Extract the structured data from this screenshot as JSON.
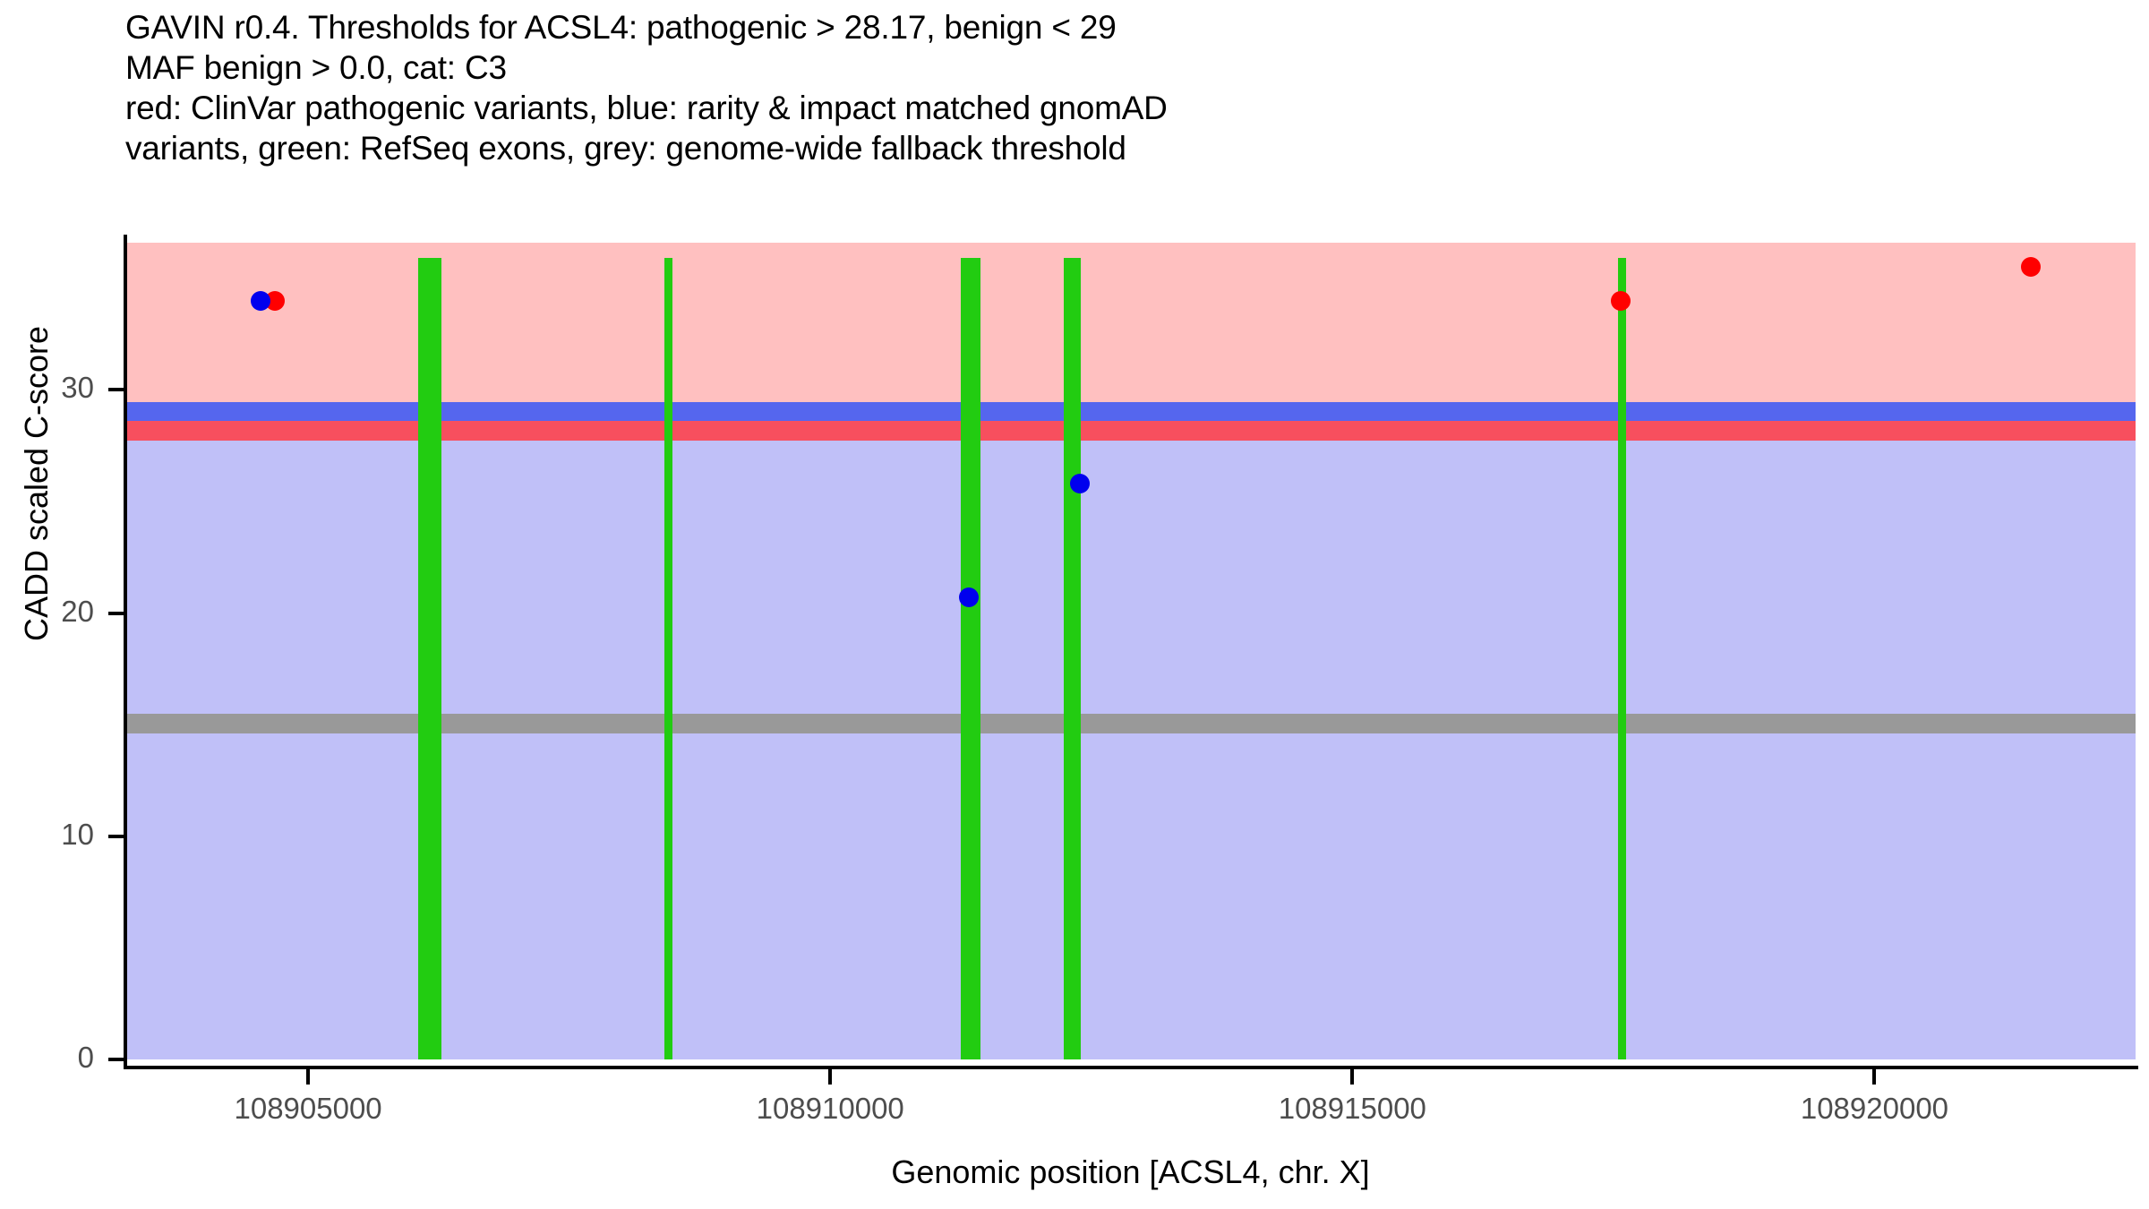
{
  "title": {
    "line1": "GAVIN r0.4. Thresholds for ACSL4: pathogenic > 28.17, benign < 29",
    "line2": "MAF benign > 0.0, cat: C3",
    "line3": "red: ClinVar pathogenic variants, blue: rarity & impact matched gnomAD",
    "line4": "variants, green: RefSeq exons, grey: genome-wide fallback threshold"
  },
  "gene": "ACSL4",
  "chromosome": "X",
  "release": "r0.4",
  "category": "C3",
  "thresholds": {
    "pathogenic_gt": 28.17,
    "benign_lt": 29,
    "maf_benign_gt": 0.0,
    "genome_wide_fallback": 15.06
  },
  "colors": {
    "pathogenic_band": "#ffc0c0",
    "benign_band": "#c0c0f8",
    "benign_threshold_line": "#5566ee",
    "pathogenic_threshold_line": "#f74f5e",
    "fallback_line": "#999999",
    "exon": "#22cc11",
    "clinvar_point": "#ff0000",
    "gnomad_point": "#0000ee"
  },
  "chart_data": {
    "type": "scatter",
    "title": "GAVIN r0.4. Thresholds for ACSL4: pathogenic > 28.17, benign < 29",
    "xlabel": "Genomic position [ACSL4, chr. X]",
    "ylabel": "CADD scaled C-score",
    "xlim": [
      108903250,
      108922500
    ],
    "ylim": [
      0,
      36.6
    ],
    "grid": false,
    "legend": "none",
    "x_ticks": [
      108905000,
      108910000,
      108915000,
      108920000
    ],
    "x_tick_labels": [
      "108905000",
      "108910000",
      "108915000",
      "108920000"
    ],
    "y_ticks": [
      0,
      10,
      20,
      30
    ],
    "y_tick_labels": [
      "0",
      "10",
      "20",
      "30"
    ],
    "series": [
      {
        "name": "red: ClinVar pathogenic variants",
        "color": "#ff0000",
        "points": [
          {
            "x": 108904680,
            "y": 34.0
          },
          {
            "x": 108917570,
            "y": 34.0
          },
          {
            "x": 108921500,
            "y": 35.5
          }
        ]
      },
      {
        "name": "blue: rarity & impact matched gnomAD variants",
        "color": "#0000ee",
        "points": [
          {
            "x": 108904545,
            "y": 34.0
          },
          {
            "x": 108911330,
            "y": 20.7
          },
          {
            "x": 108912390,
            "y": 25.8
          }
        ]
      }
    ],
    "hlines": [
      {
        "name": "benign threshold",
        "y": 29.0,
        "color": "#5566ee",
        "linewidth": 0.62
      },
      {
        "name": "pathogenic threshold",
        "y": 28.17,
        "color": "#f74f5e",
        "linewidth": 0.62
      },
      {
        "name": "genome-wide fallback threshold",
        "y": 15.06,
        "color": "#999999",
        "linewidth": 0.62
      }
    ],
    "bands": [
      {
        "name": "pathogenic region",
        "y_from": 29.4,
        "y_to": 36.6,
        "color": "#ffc0c0"
      },
      {
        "name": "benign region",
        "y_from": 0.0,
        "y_to": 27.8,
        "color": "#c0c0f8"
      }
    ],
    "exons": [
      {
        "name": "exon-1",
        "x_start": 108906050,
        "x_end": 108906275
      },
      {
        "name": "exon-2",
        "x_start": 108908415,
        "x_end": 108908485
      },
      {
        "name": "exon-3",
        "x_start": 108911250,
        "x_end": 108911440
      },
      {
        "name": "exon-4",
        "x_start": 108912240,
        "x_end": 108912395
      },
      {
        "name": "exon-5",
        "x_start": 108917540,
        "x_end": 108917625
      }
    ]
  }
}
